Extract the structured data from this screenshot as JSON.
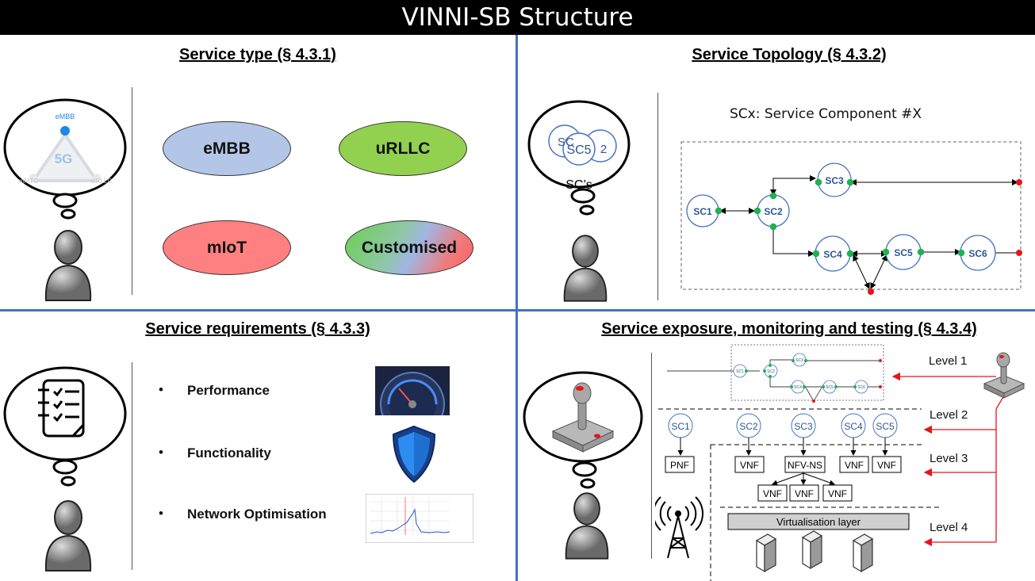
{
  "title": "VINNI-SB Structure",
  "q1": {
    "title": "Service type (§ 4.3.1)",
    "icon_labels": {
      "top": "eMBB",
      "center": "5G",
      "left": "mMTC",
      "right": "URLLC"
    },
    "types": [
      "eMBB",
      "uRLLC",
      "mIoT",
      "Customised"
    ],
    "colors": {
      "embb": "#b4c6e7",
      "urllc": "#92d050",
      "miot": "#ff8080"
    }
  },
  "q2": {
    "title": "Service Topology (§ 4.3.2)",
    "bubble_label": "SC’s",
    "bubble_circles": [
      "SC",
      "SC5",
      "2"
    ],
    "legend": "SCx: Service Component #X",
    "nodes": [
      "SC1",
      "SC2",
      "SC3",
      "SC4",
      "SC5",
      "SC6"
    ]
  },
  "q3": {
    "title": "Service requirements (§ 4.3.3)",
    "bullet": "•",
    "items": [
      "Performance",
      "Functionality",
      "Network Optimisation"
    ],
    "icons": [
      "speedometer-icon",
      "shield-icon",
      "graph-icon"
    ]
  },
  "q4": {
    "title": "Service exposure, monitoring and testing (§ 4.3.4)",
    "levels": [
      "Level 1",
      "Level 2",
      "Level 3",
      "Level 4"
    ],
    "mini_nodes": [
      "SC1",
      "SC2",
      "SC3",
      "SC4",
      "SC5",
      "SC6"
    ],
    "scs": [
      "SC1",
      "SC2",
      "SC3",
      "SC4",
      "SC5"
    ],
    "functions": {
      "pnf": "PNF",
      "vnf": "VNF",
      "nfvns": "NFV-NS"
    },
    "virt_layer": "Virtualisation layer"
  }
}
